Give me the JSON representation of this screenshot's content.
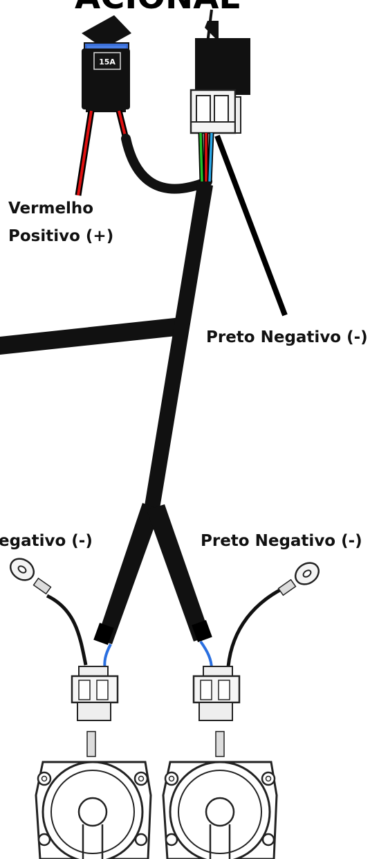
{
  "header_fragment": "ACIONAL",
  "fuse_label": "15A",
  "labels": {
    "red_wire_line1": "Vermelho",
    "red_wire_line2": "Positivo (+)",
    "relay_ground": "Preto Negativo (-)",
    "left_ground": "egativo (-)",
    "right_ground": "Preto Negativo (-)"
  },
  "colors": {
    "harness": "#111111",
    "positive_wire": "#e01010",
    "green_wire": "#22c02a",
    "blue_wire": "#2a6fe0",
    "cyan_wire": "#29a8e8",
    "fuse_blue": "#3b6fd8"
  }
}
